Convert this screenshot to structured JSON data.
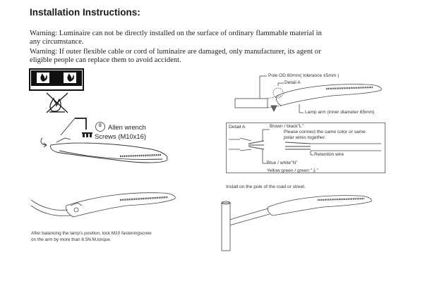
{
  "title": "Installation Instructions:",
  "warnings": {
    "line1": "Warning: Luminaire can not be directly installed on the surface of ordinary flammable material in",
    "line2": "any circumstance.",
    "line3": "Warning: If outer flexible cable or cord of luminaire are damaged, only manufacturer, its agent or",
    "line4": "eligible people can replace them to avoid accident."
  },
  "step1": {
    "badge": "8",
    "tool": "Allen wrench",
    "screws": "Screws (M10x16)"
  },
  "diagram_top_right": {
    "pole_label": "Pole OD.60mm( tolerance ±5mm )",
    "detail_label": "Detail A",
    "lamp_arm_label": "Lamp arm (inner diameter 65mm)"
  },
  "detail_box": {
    "title": "Detail A",
    "brown": "Brown / black\"L\"",
    "note1": "Please connect the same color or same",
    "note2": "polar wires together.",
    "retention": "Retention wire",
    "blue": "Blue / white\"N\"",
    "yellow": "Yellow green / green \"⏚\""
  },
  "install_note": "Install on the pole of the road or street.",
  "balance_note": {
    "line1": "After balancing the lamp's position, lock M10 fasteningscrew",
    "line2": "on the arm by more than 8.5N.M,torque."
  },
  "icons": {
    "warning": "no-flammable-surface-icon",
    "wrench": "allen-wrench-icon",
    "screws": "screws-icon"
  }
}
